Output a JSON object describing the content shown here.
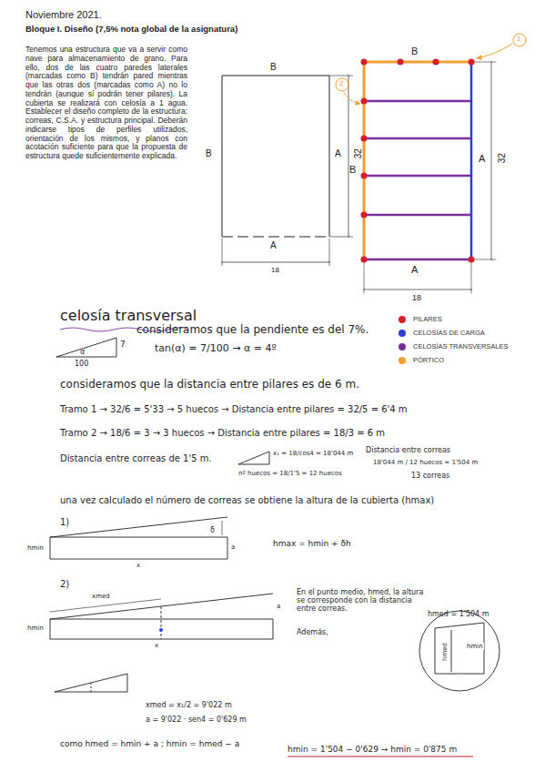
{
  "diagram": {
    "title": "Bloque I. Diseño (7,5% nota global de la asignatura)",
    "labels": [
      "Noviembre 2021.",
      "Tenemos una estructura que va a servir como nave para almacenamiento de grano. Para ello, dos de las cuatro paredes laterales (marcadas como B) tendrán pared mientras que las otras dos (marcadas como A) no lo tendrán (aunque sí podrán tener pilares). La cubierta se realizará con celosía a 1 agua. Establecer el diseño completo de la estructura: correas, C.S.A. y estructura principal. Deberán indicarse tipos de perfiles utilizados, orientación de los mismos, y planos con acotación suficiente para que la propuesta de estructura quede suficientemente explicada.",
      "B",
      "B",
      "A",
      "32",
      "A",
      "18",
      "B",
      "1",
      "2",
      "B",
      "A",
      "32",
      "A",
      "18",
      "celosía transversal",
      "α",
      "7",
      "100",
      "consideramos que la pendiente es del 7%.",
      "tan(α) = 7/100 → α = 4º",
      "consideramos que la distancia entre pilares es de 6 m.",
      "Tramo 1 → 32/6 = 5'33 → 5 huecos → Distancia entre pilares = 32/5 = 6'4 m",
      "Tramo 2 → 18/6 = 3 → 3 huecos → Distancia entre pilares = 18/3 = 6 m",
      "Distancia entre correas de 1'5 m.",
      "x₁ = 18/cos4 = 18'044 m",
      "nº huecos = 18/1'5 = 12 huecos",
      "Distancia entre correas",
      "18'044 m / 12 huecos = 1'504 m",
      "13 correas",
      "una vez calculado el número de correas se obtiene la altura de la cubierta (hmax)",
      "1)",
      "hmin",
      "δ",
      "a",
      "x",
      "hmax = hmin + δh",
      "2)",
      "xmed",
      "hmin",
      "a",
      "x",
      "En el punto medio, hmed, la altura se corresponde con la distancia entre correas.",
      "hmed = 1'504 m",
      "Además,",
      "hmed",
      "hmin",
      "xmed = x₁/2 = 9'022 m",
      "a = 9'022 · sen4 = 0'629 m",
      "como hmed = hmin + a ; hmin = hmed − a",
      "hmin = 1'504 − 0'629 → hmin = 0'875 m"
    ],
    "legend": [
      {
        "text": "PILARES",
        "color": "#d4202a"
      },
      {
        "text": "CELOSÍAS DE CARGA",
        "color": "#2b3fd6"
      },
      {
        "text": "CELOSÍAS TRANSVERSALES",
        "color": "#7b2d9b"
      },
      {
        "text": "PÓRTICO",
        "color": "#f0a030"
      }
    ]
  }
}
